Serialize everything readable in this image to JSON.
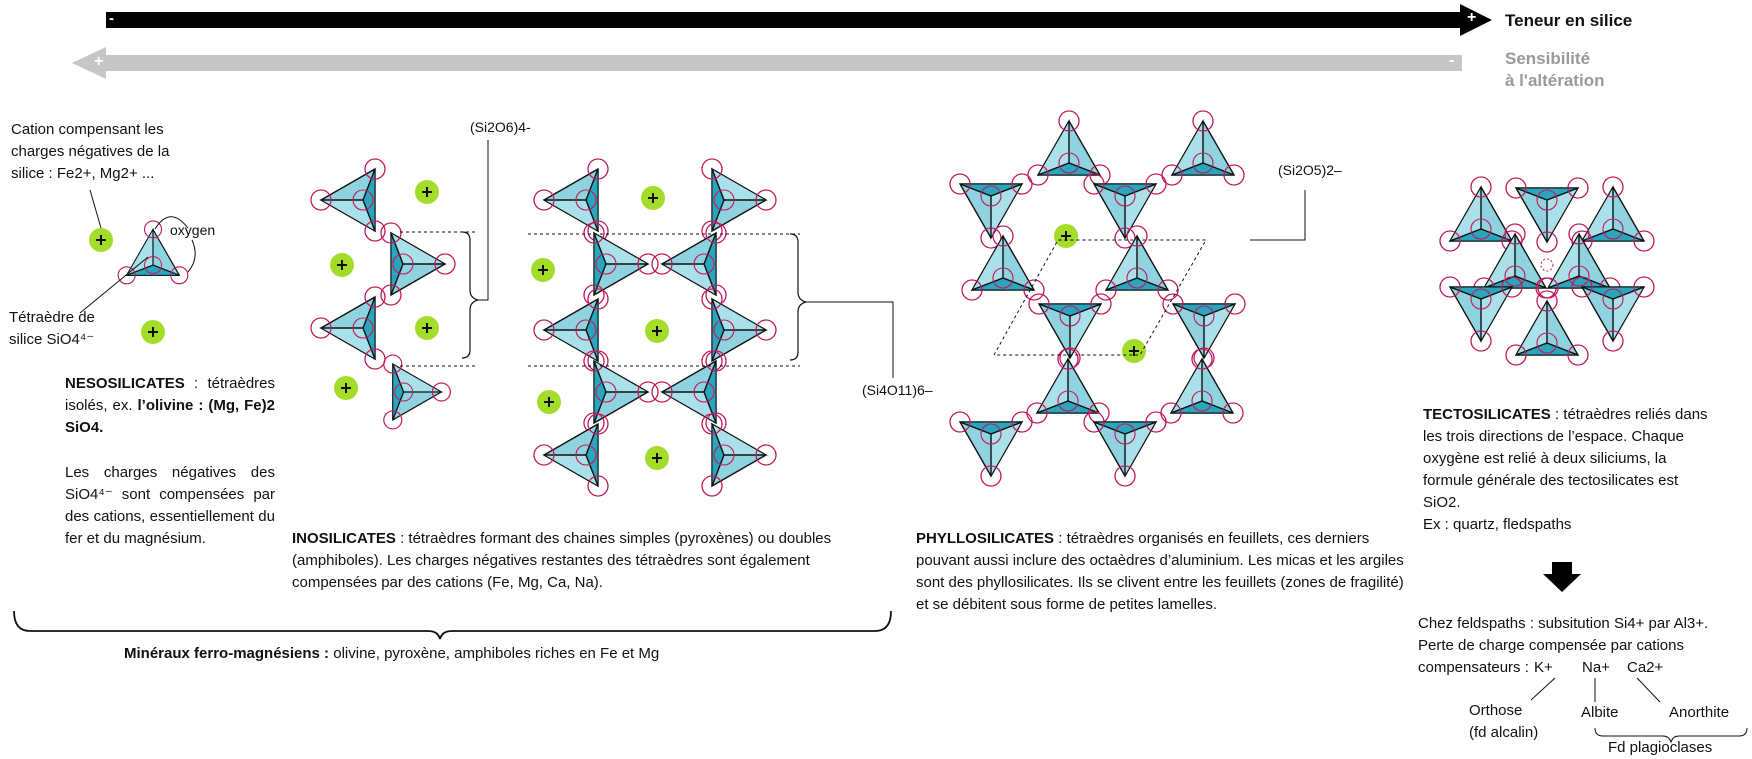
{
  "arrows": {
    "silica": {
      "label": "Teneur en silice",
      "left_sign": "-",
      "right_sign": "+"
    },
    "alteration": {
      "label_line1": "Sensibilité",
      "label_line2": "à l'altération",
      "left_sign": "+",
      "right_sign": "-"
    }
  },
  "neso": {
    "cation_note": [
      "Cation compensant les",
      "charges négatives de la",
      "silice : Fe2+, Mg2+ ..."
    ],
    "oxygen_label": "oxygen",
    "tetra_note": [
      "Tétraèdre de",
      "silice SiO4⁴⁻"
    ],
    "title": "NESOSILICATES",
    "desc1": " : tétraèdres isolés, ex. ",
    "olivine": "l’olivine : (Mg, Fe)2 SiO4.",
    "desc2": "Les charges négatives des SiO4⁴⁻ sont compensées par des cations, essentiellement du fer et du magnésium."
  },
  "ino": {
    "formula_simple": "(Si2O6)4-",
    "formula_double": "(Si4O11)6–",
    "title": "INOSILICATES",
    "desc": " : tétraèdres formant des chaines simples (pyroxènes) ou doubles (amphiboles). Les charges négatives restantes des tétraèdres sont également compensées par des cations (Fe, Mg, Ca, Na)."
  },
  "phyllo": {
    "formula": "(Si2O5)2–",
    "title": "PHYLLOSILICATES",
    "desc": " : tétraèdres organisés en feuillets, ces derniers pouvant aussi inclure des octaèdres d’aluminium. Les micas et les argiles sont des phyllosilicates. Ils se clivent entre les feuillets (zones de fragilité) et se débitent sous forme de petites lamelles."
  },
  "tecto": {
    "title": "TECTOSILICATES",
    "desc": " : tétraèdres reliés dans les trois directions de l’espace. Chaque oxygène est relié à deux siliciums, la formule générale des tectosilicates est SiO2.",
    "example": "Ex : quartz, fledspaths",
    "feld_line1": "Chez feldspaths : subsitution Si4+ par Al3+.",
    "feld_line2": "Perte de charge compensée par cations",
    "feld_line3": "compensateurs :",
    "k": "K+",
    "na": "Na+",
    "ca": "Ca2+",
    "orthose": "Orthose",
    "orthose_sub": "(fd alcalin)",
    "albite": "Albite",
    "anorthite": "Anorthite",
    "plagio": "Fd plagioclases"
  },
  "ferro": {
    "title": "Minéraux ferro-magnésiens :",
    "list": "  olivine, pyroxène, amphiboles riches en Fe et Mg"
  },
  "colors": {
    "tetra_light": "#8fd3e0",
    "tetra_dark": "#2aa5bd",
    "oxygen": "#c2185b",
    "cation": "#a4dc2a",
    "grey_arrow": "#c6c6c6"
  }
}
